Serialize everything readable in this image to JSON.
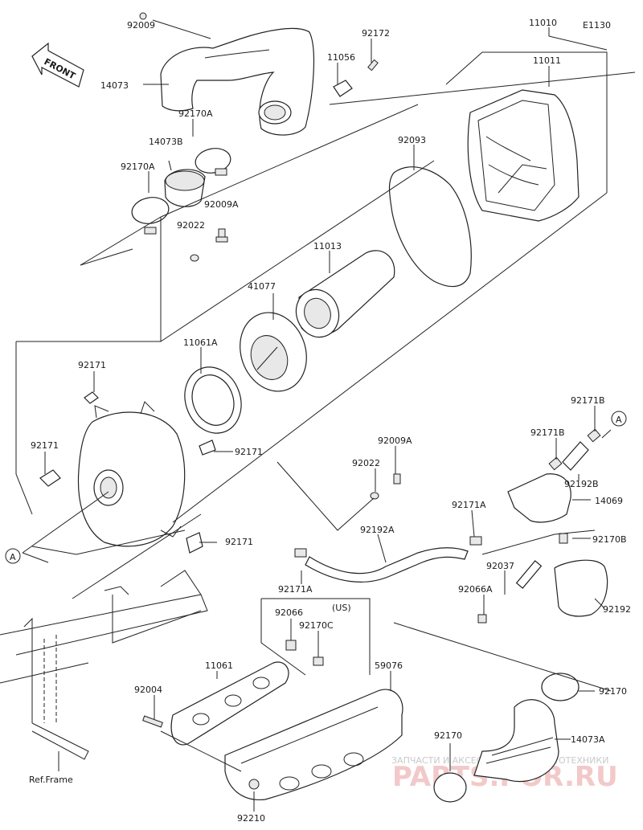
{
  "diagram_code": "E1130",
  "front_label": "FRONT",
  "ref_frame_label": "Ref.Frame",
  "us_note": "(US)",
  "circle_marker": "A",
  "parts": {
    "p92009_top": "92009",
    "p14073": "14073",
    "p92172": "92172",
    "p11056": "11056",
    "p11010": "11010",
    "p11011": "11011",
    "p92170A_a": "92170A",
    "p14073B": "14073B",
    "p92170A_b": "92170A",
    "p92009A_a": "92009A",
    "p92022_a": "92022",
    "p92093": "92093",
    "p11013": "11013",
    "p41077": "41077",
    "p11061A": "11061A",
    "p92171_a": "92171",
    "p92171_b": "92171",
    "p92171_c": "92171",
    "p92171_d": "92171",
    "p92009A_b": "92009A",
    "p92022_b": "92022",
    "p92171B_a": "92171B",
    "p92171B_b": "92171B",
    "p92192B": "92192B",
    "p14069": "14069",
    "p92171A_a": "92171A",
    "p92170B": "92170B",
    "p92192A": "92192A",
    "p92037": "92037",
    "p92066A": "92066A",
    "p92192": "92192",
    "p92171A_b": "92171A",
    "p92066": "92066",
    "p92170C": "92170C",
    "p11061": "11061",
    "p59076": "59076",
    "p92004": "92004",
    "p92170_a": "92170",
    "p92170_b": "92170",
    "p14073A": "14073A",
    "p92210": "92210"
  },
  "watermark": {
    "line1": "ЗАПЧАСТИ И АКСЕССУАРЫ ДЛЯ МОТОТЕХНИКИ",
    "line2": "PARTS.POR.RU"
  }
}
